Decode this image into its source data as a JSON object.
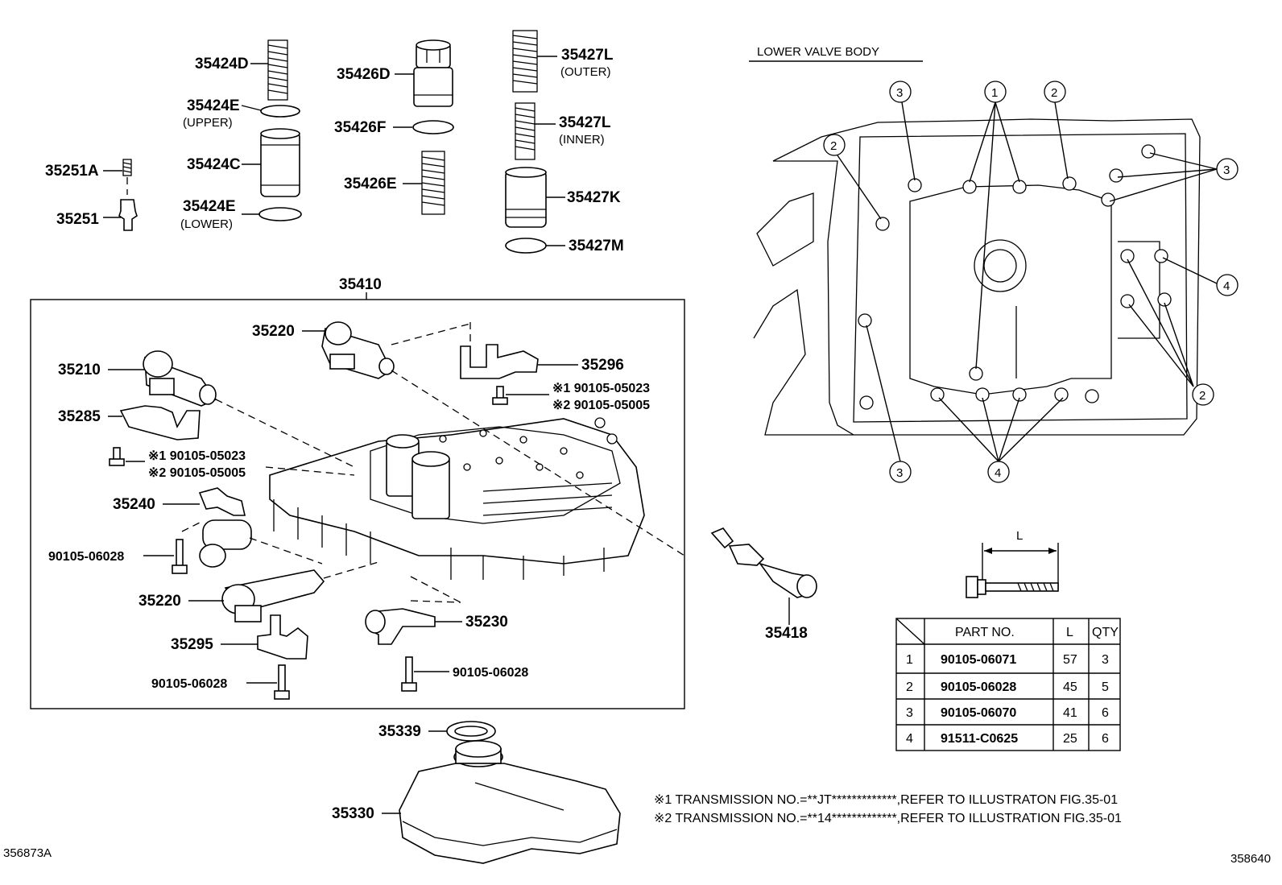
{
  "labels": {
    "p35424D": "35424D",
    "p35424E_upper": "35424E",
    "upper": "(UPPER)",
    "p35424C": "35424C",
    "p35424E_lower": "35424E",
    "lower": "(LOWER)",
    "p35251A": "35251A",
    "p35251": "35251",
    "p35426D": "35426D",
    "p35426F": "35426F",
    "p35426E": "35426E",
    "p35427L_outer": "35427L",
    "outer": "(OUTER)",
    "p35427L_inner": "35427L",
    "inner": "(INNER)",
    "p35427K": "35427K",
    "p35427M": "35427M",
    "p35410": "35410",
    "p35220_top": "35220",
    "p35210": "35210",
    "p35296": "35296",
    "bolt_a1": "※1 90105-05023",
    "bolt_a2": "※2 90105-05005",
    "p35285": "35285",
    "bolt_b1": "※1 90105-05023",
    "bolt_b2": "※2 90105-05005",
    "p35240": "35240",
    "bolt_c": "90105-06028",
    "p35220_bottom": "35220",
    "p35230": "35230",
    "p35295": "35295",
    "bolt_d": "90105-06028",
    "bolt_e": "90105-06028",
    "p35418": "35418",
    "p35339": "35339",
    "p35330": "35330",
    "lower_valve_body": "LOWER VALVE BODY",
    "dim_L": "L",
    "fig_left": "356873A",
    "fig_right": "358640"
  },
  "callouts": [
    "3",
    "1",
    "2",
    "2",
    "3",
    "4",
    "2",
    "3",
    "4"
  ],
  "table": {
    "headers": [
      "PART NO.",
      "L",
      "QTY"
    ],
    "rows": [
      {
        "idx": "1",
        "part": "90105-06071",
        "l": "57",
        "qty": "3"
      },
      {
        "idx": "2",
        "part": "90105-06028",
        "l": "45",
        "qty": "5"
      },
      {
        "idx": "3",
        "part": "90105-06070",
        "l": "41",
        "qty": "6"
      },
      {
        "idx": "4",
        "part": "91511-C0625",
        "l": "25",
        "qty": "6"
      }
    ]
  },
  "notes": [
    "※1 TRANSMISSION NO.=**JT*************,REFER TO ILLUSTRATON FIG.35-01",
    "※2 TRANSMISSION NO.=**14*************,REFER TO ILLUSTRATION FIG.35-01"
  ]
}
